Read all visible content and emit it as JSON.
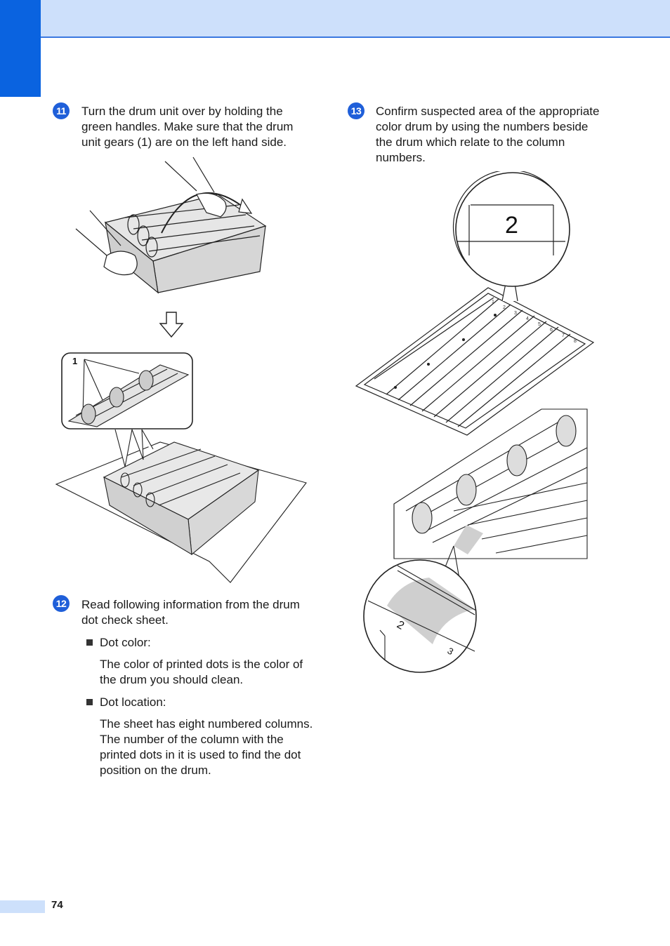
{
  "colors": {
    "chapter_tab": "#0a63e0",
    "header_band": "#cde0fb",
    "header_rule": "#3a78e0",
    "step_badge": "#1f5fd9"
  },
  "steps": {
    "step11": {
      "number": "11",
      "text": "Turn the drum unit over by holding the green handles. Make sure that the drum unit gears (1) are on the left hand side."
    },
    "step12": {
      "number": "12",
      "text": "Read following information from the drum dot check sheet.",
      "bullets": [
        {
          "label": "Dot color:",
          "detail": "The color of printed dots is the color of the drum you should clean."
        },
        {
          "label": "Dot location:",
          "detail": "The sheet has eight numbered columns. The number of the column with the printed dots in it is used to find the dot position on the drum."
        }
      ]
    },
    "step13": {
      "number": "13",
      "text": "Confirm suspected area of the appropriate color drum by using the numbers beside the drum which relate to the column numbers."
    }
  },
  "figures": {
    "gear_callout_label": "1",
    "sheet_zoom_label": "2",
    "drum_zoom_label_a": "2",
    "drum_zoom_label_b": "3",
    "sheet_column_numbers": [
      "1",
      "2",
      "3",
      "4",
      "5",
      "6",
      "7",
      "8"
    ]
  },
  "footer": {
    "page_number": "74"
  }
}
